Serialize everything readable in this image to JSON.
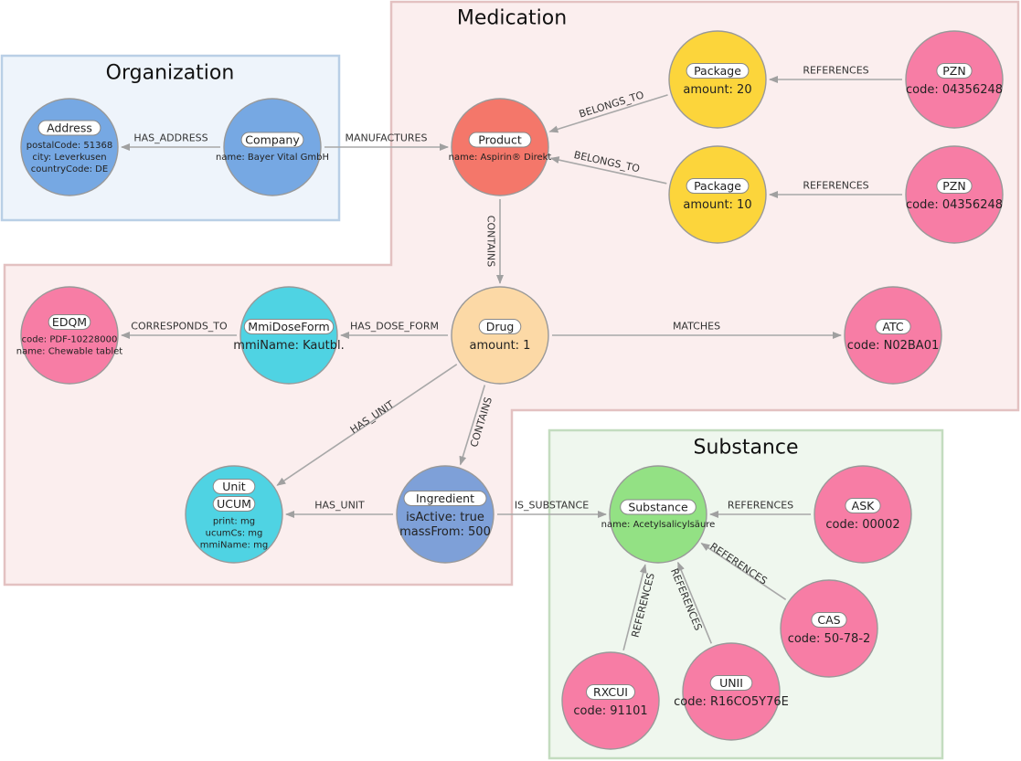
{
  "regions": [
    {
      "id": "organization",
      "title": "Organization",
      "fill": "#eef4fb",
      "stroke": "#b9cfe6"
    },
    {
      "id": "medication",
      "title": "Medication",
      "fill": "#fbeeee",
      "stroke": "#e3c1c1"
    },
    {
      "id": "substance",
      "title": "Substance",
      "fill": "#eff7ee",
      "stroke": "#c3dcbf"
    }
  ],
  "nodes": [
    {
      "id": "address",
      "labels": [
        "Address"
      ],
      "props": [
        "postalCode: 51368",
        "city: Leverkusen",
        "countryCode: DE"
      ],
      "color": "#76a8e3"
    },
    {
      "id": "company",
      "labels": [
        "Company"
      ],
      "props": [
        "name: Bayer Vital GmbH"
      ],
      "color": "#76a8e3"
    },
    {
      "id": "product",
      "labels": [
        "Product"
      ],
      "props": [
        "name:  Aspirin® Direkt"
      ],
      "color": "#f4776a"
    },
    {
      "id": "package20",
      "labels": [
        "Package"
      ],
      "props": [
        "amount: 20"
      ],
      "color": "#fcd53b"
    },
    {
      "id": "package10",
      "labels": [
        "Package"
      ],
      "props": [
        "amount: 10"
      ],
      "color": "#fcd53b"
    },
    {
      "id": "pzn1",
      "labels": [
        "PZN"
      ],
      "props": [
        "code: 04356248"
      ],
      "color": "#f77da5"
    },
    {
      "id": "pzn2",
      "labels": [
        "PZN"
      ],
      "props": [
        "code: 04356248"
      ],
      "color": "#f77da5"
    },
    {
      "id": "edqm",
      "labels": [
        "EDQM"
      ],
      "props": [
        "code: PDF-10228000",
        "name: Chewable tablet"
      ],
      "color": "#f77da5"
    },
    {
      "id": "mmidoseform",
      "labels": [
        "MmiDoseForm"
      ],
      "props": [
        "mmiName: Kautbl."
      ],
      "color": "#4fd3e3"
    },
    {
      "id": "drug",
      "labels": [
        "Drug"
      ],
      "props": [
        "amount: 1"
      ],
      "color": "#fcd9a6"
    },
    {
      "id": "atc",
      "labels": [
        "ATC"
      ],
      "props": [
        "code: N02BA01"
      ],
      "color": "#f77da5"
    },
    {
      "id": "unit",
      "labels": [
        "Unit",
        "UCUM"
      ],
      "props": [
        "print: mg",
        "ucumCs: mg",
        "mmiName: mg"
      ],
      "color": "#4fd3e3"
    },
    {
      "id": "ingredient",
      "labels": [
        "Ingredient"
      ],
      "props": [
        "isActive: true",
        "massFrom: 500"
      ],
      "color": "#7ea0d8"
    },
    {
      "id": "substance",
      "labels": [
        "Substance"
      ],
      "props": [
        "name: Acetylsalicylsäure"
      ],
      "color": "#93e184"
    },
    {
      "id": "ask",
      "labels": [
        "ASK"
      ],
      "props": [
        "code: 00002"
      ],
      "color": "#f77da5"
    },
    {
      "id": "cas",
      "labels": [
        "CAS"
      ],
      "props": [
        "code: 50-78-2"
      ],
      "color": "#f77da5"
    },
    {
      "id": "rxcui",
      "labels": [
        "RXCUI"
      ],
      "props": [
        "code: 91101"
      ],
      "color": "#f77da5"
    },
    {
      "id": "unii",
      "labels": [
        "UNII"
      ],
      "props": [
        "code: R16CO5Y76E"
      ],
      "color": "#f77da5"
    }
  ],
  "edges": [
    {
      "from": "company",
      "to": "address",
      "label": "HAS_ADDRESS"
    },
    {
      "from": "company",
      "to": "product",
      "label": "MANUFACTURES"
    },
    {
      "from": "package20",
      "to": "product",
      "label": "BELONGS_TO"
    },
    {
      "from": "package10",
      "to": "product",
      "label": "BELONGS_TO"
    },
    {
      "from": "pzn1",
      "to": "package20",
      "label": "REFERENCES"
    },
    {
      "from": "pzn2",
      "to": "package10",
      "label": "REFERENCES"
    },
    {
      "from": "product",
      "to": "drug",
      "label": "CONTAINS"
    },
    {
      "from": "drug",
      "to": "mmidoseform",
      "label": "HAS_DOSE_FORM"
    },
    {
      "from": "mmidoseform",
      "to": "edqm",
      "label": "CORRESPONDS_TO"
    },
    {
      "from": "drug",
      "to": "atc",
      "label": "MATCHES"
    },
    {
      "from": "drug",
      "to": "unit",
      "label": "HAS_UNIT"
    },
    {
      "from": "drug",
      "to": "ingredient",
      "label": "CONTAINS"
    },
    {
      "from": "ingredient",
      "to": "unit",
      "label": "HAS_UNIT"
    },
    {
      "from": "ingredient",
      "to": "substance",
      "label": "IS_SUBSTANCE"
    },
    {
      "from": "ask",
      "to": "substance",
      "label": "REFERENCES"
    },
    {
      "from": "cas",
      "to": "substance",
      "label": "REFERENCES"
    },
    {
      "from": "rxcui",
      "to": "substance",
      "label": "REFERENCES"
    },
    {
      "from": "unii",
      "to": "substance",
      "label": "REFERENCES"
    }
  ]
}
